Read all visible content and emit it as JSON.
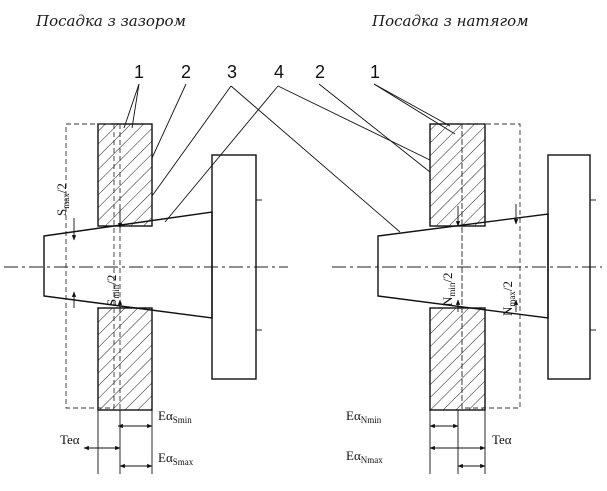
{
  "titles": {
    "left": "Посадка з зазором",
    "right": "Посадка з натягом"
  },
  "callouts": {
    "left_1": "1",
    "left_2": "2",
    "center_3": "3",
    "center_4": "4",
    "right_2": "2",
    "right_1": "1"
  },
  "left_labels": {
    "smax": {
      "main": "S",
      "sub": "max",
      "tail": "/2"
    },
    "smin": {
      "main": "S",
      "sub": "min",
      "tail": "/2"
    },
    "ea_smin": {
      "main": "Eα",
      "sub": "Smin"
    },
    "te": {
      "main": "Teα"
    },
    "ea_smax": {
      "main": "Eα",
      "sub": "Smax"
    }
  },
  "right_labels": {
    "nmin": {
      "main": "N",
      "sub": "min",
      "tail": "/2"
    },
    "nmax": {
      "main": "N",
      "sub": "max",
      "tail": "/2"
    },
    "ea_nmin": {
      "main": "Eα",
      "sub": "Nmin"
    },
    "ea_nmax": {
      "main": "Eα",
      "sub": "Nmax"
    },
    "te": {
      "main": "Teα"
    }
  }
}
